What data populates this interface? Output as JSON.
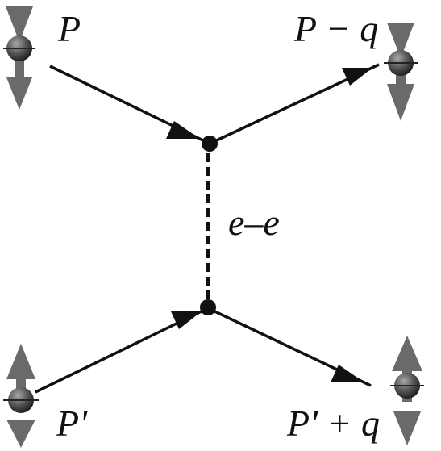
{
  "labels": {
    "incoming_top": "P",
    "outgoing_top": "P − q",
    "interaction": "e–e",
    "incoming_bottom": "P'",
    "outgoing_bottom": "P' + q"
  },
  "spins": {
    "incoming_top": "down",
    "outgoing_top": "down",
    "incoming_bottom": "up",
    "outgoing_bottom": "up"
  },
  "colors": {
    "line": "#111111",
    "spin_arrow": "#666666",
    "ball_light": "#9a9a9a",
    "ball_dark": "#1e1e1e"
  }
}
